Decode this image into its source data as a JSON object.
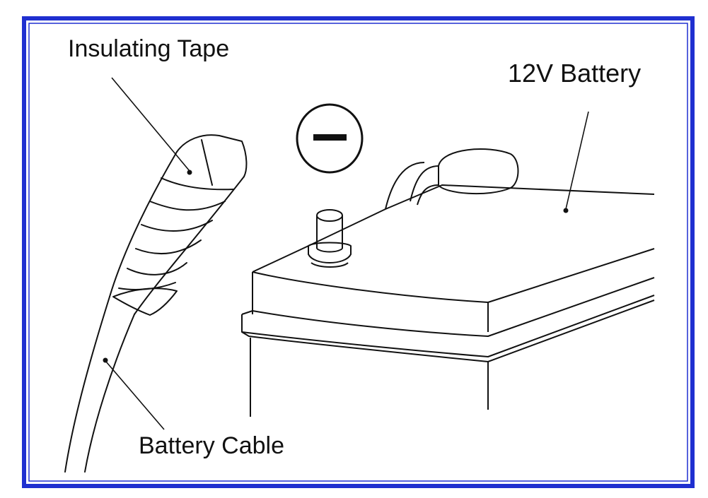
{
  "labels": {
    "insulating_tape": "Insulating Tape",
    "battery": "12V Battery",
    "battery_cable": "Battery Cable",
    "negative_symbol": "−"
  },
  "colors": {
    "frame_blue": "#1f2fd0",
    "line": "#111111",
    "background": "#ffffff"
  }
}
